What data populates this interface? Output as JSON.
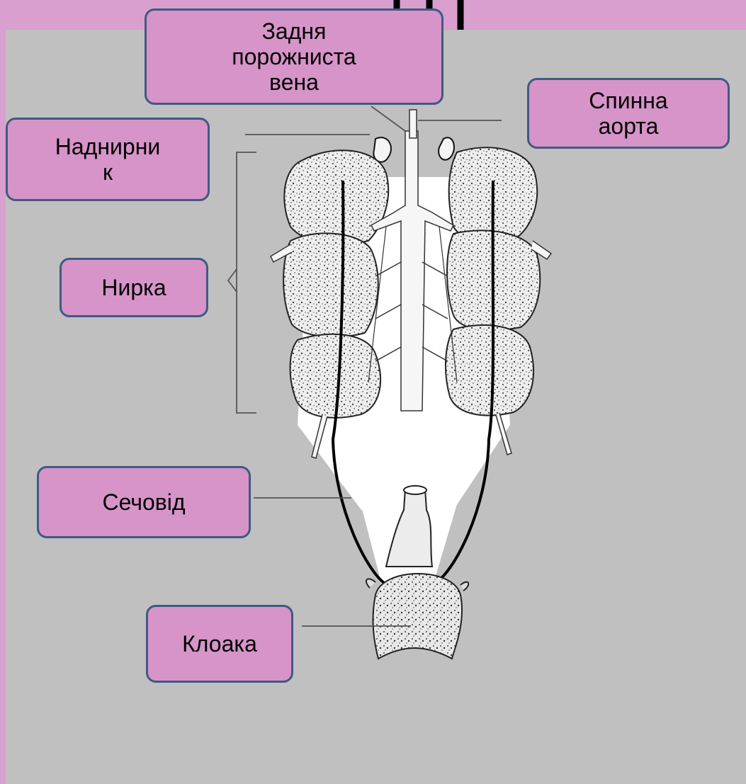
{
  "colors": {
    "slide_background": "#d89fcf",
    "panel_background": "#c0c0c0",
    "label_fill": "#d694c8",
    "label_border": "#3f5a83"
  },
  "labels": {
    "vena_cava": "Задня\nпорожниста\nвена",
    "dorsal_aorta": "Спинна\nаорта",
    "adrenal": "Наднирни\nк",
    "kidney": "Нирка",
    "ureter": "Сечовід",
    "cloaca": "Клоака"
  }
}
